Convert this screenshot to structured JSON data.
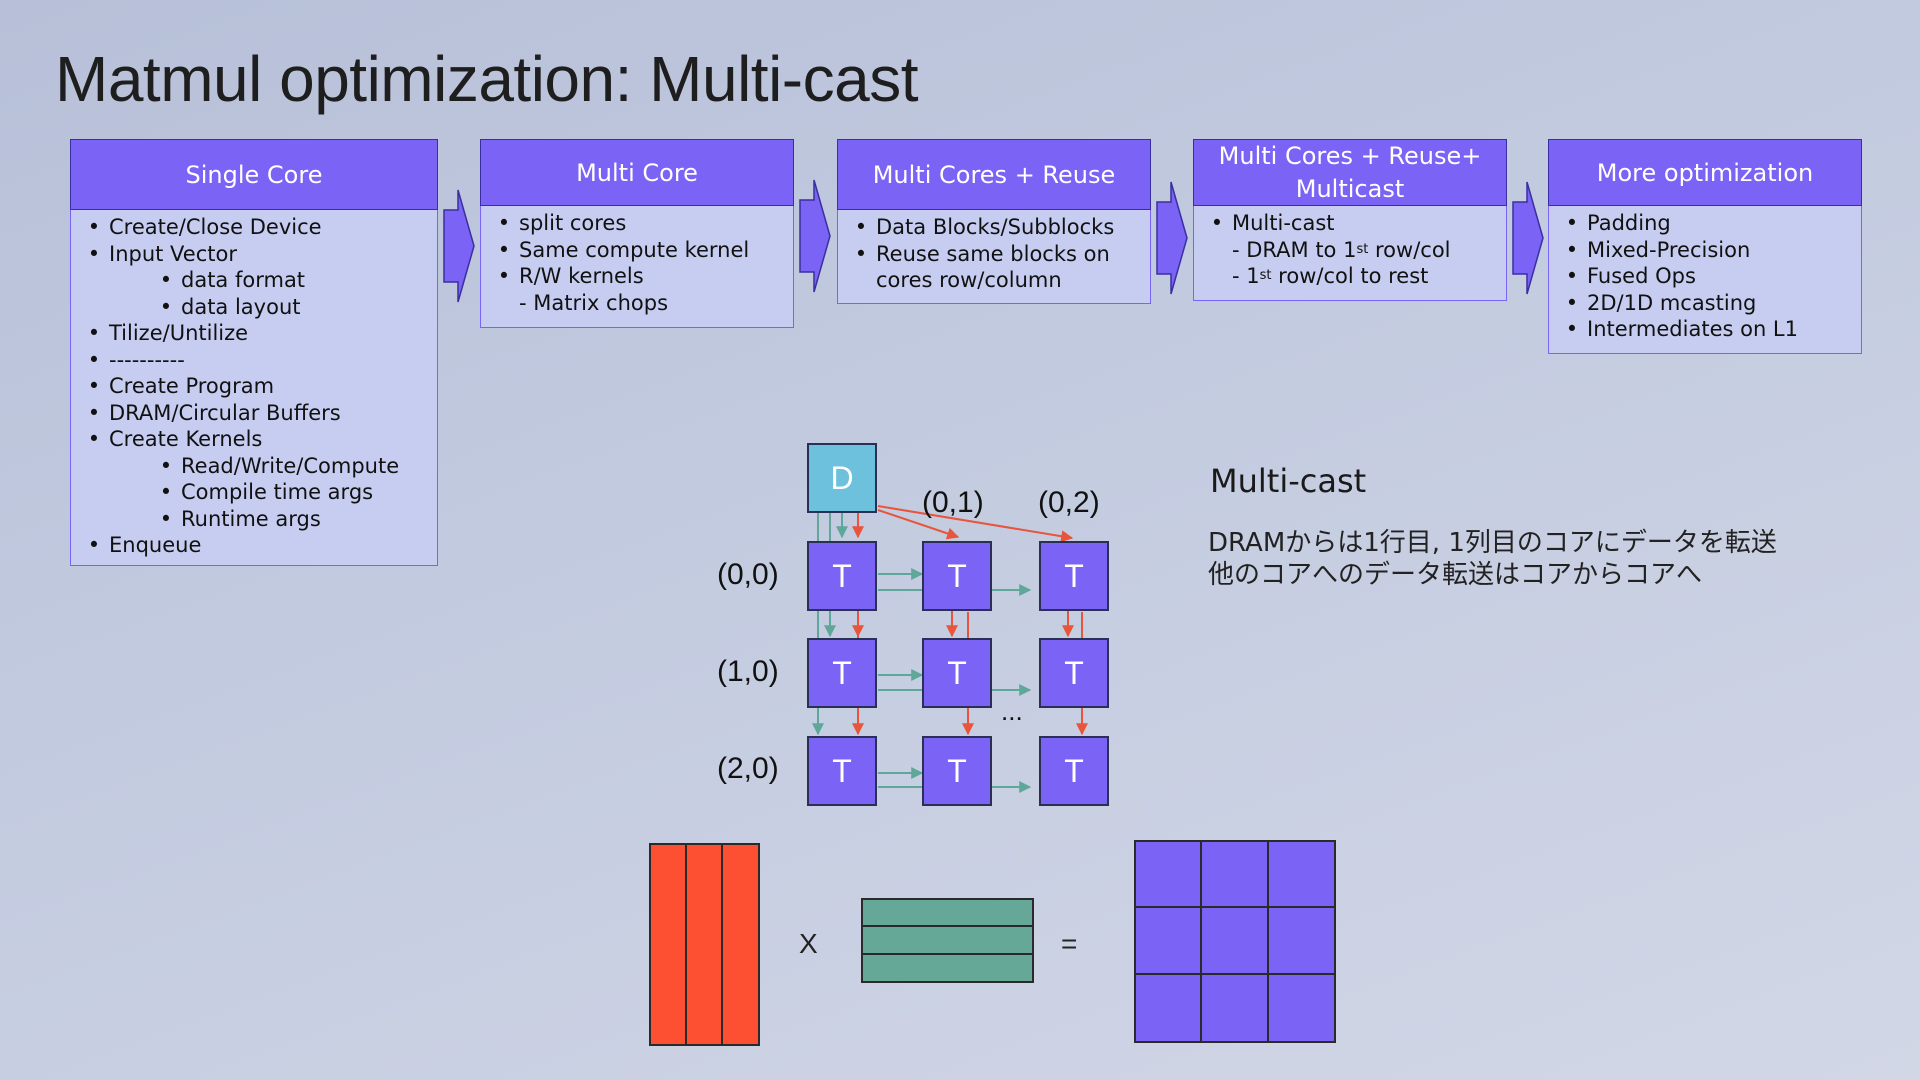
{
  "title": "Matmul optimization: Multi-cast",
  "stages": [
    {
      "header": [
        "Single Core"
      ],
      "items": [
        {
          "level": 1,
          "text": "Create/Close Device"
        },
        {
          "level": 1,
          "text": "Input Vector"
        },
        {
          "level": 2,
          "text": "data format"
        },
        {
          "level": 2,
          "text": "data layout"
        },
        {
          "level": 1,
          "text": "Tilize/Untilize"
        },
        {
          "level": 1,
          "text": "----------"
        },
        {
          "level": 1,
          "text": "Create Program"
        },
        {
          "level": 1,
          "text": "DRAM/Circular Buffers"
        },
        {
          "level": 1,
          "text": "Create Kernels"
        },
        {
          "level": 2,
          "text": "Read/Write/Compute"
        },
        {
          "level": 2,
          "text": "Compile time args"
        },
        {
          "level": 2,
          "text": "Runtime args"
        },
        {
          "level": 1,
          "text": "Enqueue"
        }
      ]
    },
    {
      "header": [
        "Multi Core"
      ],
      "items": [
        {
          "level": 1,
          "text": "split cores"
        },
        {
          "level": 1,
          "text": "Same compute kernel"
        },
        {
          "level": 1,
          "text": "R/W kernels"
        },
        {
          "level": 0,
          "text": "- Matrix chops"
        }
      ]
    },
    {
      "header": [
        "Multi Cores + Reuse"
      ],
      "items": [
        {
          "level": 1,
          "text": "Data Blocks/Subblocks"
        },
        {
          "level": 1,
          "text": "Reuse same blocks on"
        },
        {
          "level": 0,
          "text": "cores row/column"
        }
      ]
    },
    {
      "header": [
        "Multi Cores + Reuse+",
        "Multicast"
      ],
      "items": [
        {
          "level": 1,
          "text": "Multi-cast"
        },
        {
          "level": 0,
          "text": "- DRAM to 1",
          "sup": "st",
          "after": " row/col"
        },
        {
          "level": 0,
          "text": "- 1",
          "sup": "st",
          "after": " row/col to rest"
        }
      ]
    },
    {
      "header": [
        "More optimization"
      ],
      "items": [
        {
          "level": 1,
          "text": "Padding"
        },
        {
          "level": 1,
          "text": "Mixed-Precision"
        },
        {
          "level": 1,
          "text": "Fused Ops"
        },
        {
          "level": 1,
          "text": "2D/1D mcasting"
        },
        {
          "level": 1,
          "text": "Intermediates on L1"
        }
      ]
    }
  ],
  "bullet": "•",
  "grid": {
    "dram_label": "D",
    "core_label": "T",
    "col_labels": [
      "(0,1)",
      "(0,2)"
    ],
    "row_labels": [
      "(0,0)",
      "(1,0)",
      "(2,0)"
    ],
    "ellipsis": "..."
  },
  "matmul": {
    "times": "X",
    "equals": "="
  },
  "multicast_note": {
    "title": "Multi-cast",
    "lines": [
      "DRAMからは1行目, 1列目のコアにデータを転送",
      "他のコアへのデータ転送はコアからコアへ"
    ]
  },
  "colors": {
    "purple": "#7a63f5",
    "dram": "#6ec1dc",
    "red_arrow": "#e8553a",
    "green_arrow": "#5fa899",
    "matrix_a": "#fd5032",
    "matrix_b": "#66a898",
    "matrix_c": "#7a63f5"
  }
}
